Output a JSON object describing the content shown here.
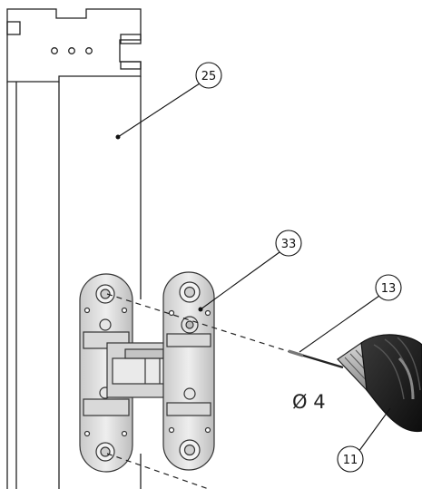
{
  "callouts": {
    "c25": "25",
    "c33": "33",
    "c13": "13",
    "c11": "11"
  },
  "dimension_label": "Ø 4"
}
